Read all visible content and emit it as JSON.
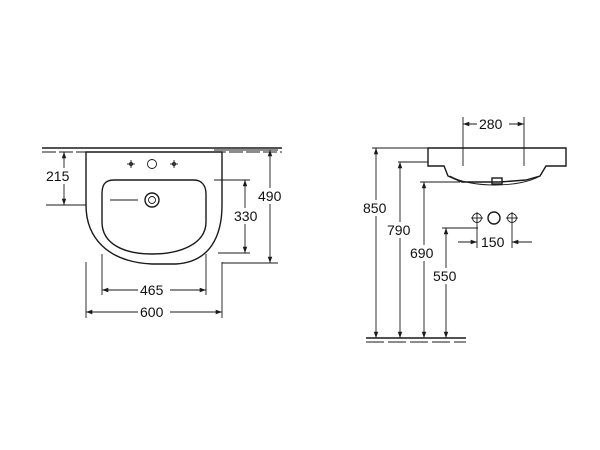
{
  "front_view": {
    "dims": {
      "d215": "215",
      "d330": "330",
      "d490": "490",
      "d465": "465",
      "d600": "600"
    }
  },
  "side_view": {
    "dims": {
      "d280": "280",
      "d850": "850",
      "d790": "790",
      "d690": "690",
      "d550": "550",
      "d150": "150"
    }
  }
}
